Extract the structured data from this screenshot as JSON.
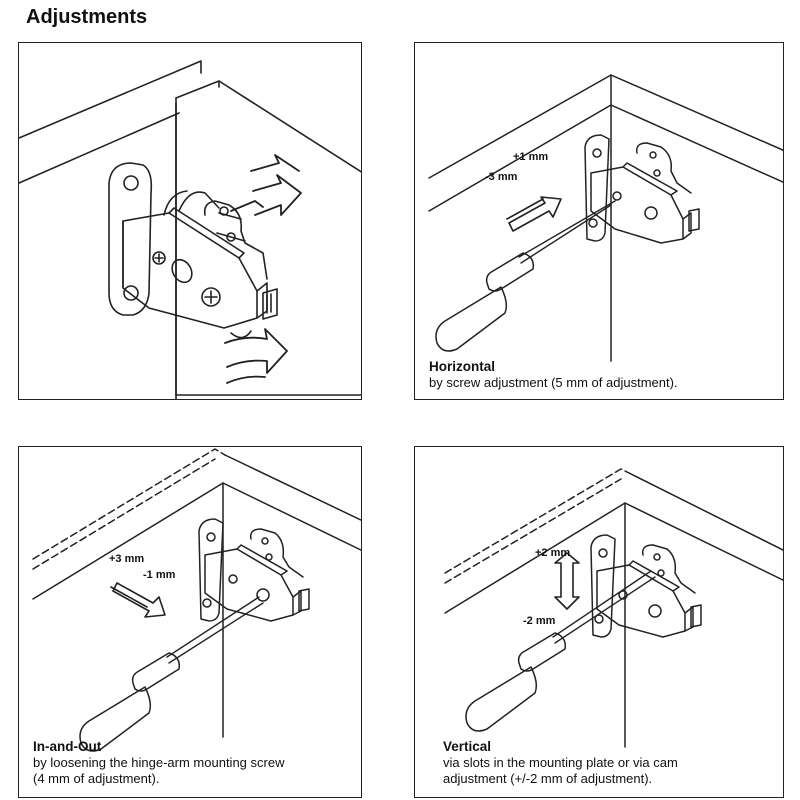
{
  "title": "Adjustments",
  "panels": {
    "horizontal": {
      "heading": "Horizontal",
      "description": "by screw adjustment (5 mm of adjustment).",
      "plus": "+1 mm",
      "minus": "-3 mm"
    },
    "in_out": {
      "heading": "In-and-Out",
      "description_line1": "by loosening the hinge-arm mounting screw",
      "description_line2": "(4 mm of adjustment).",
      "plus": "+3 mm",
      "minus": "-1 mm"
    },
    "vertical": {
      "heading": "Vertical",
      "description_line1": "via slots in the mounting plate or via cam",
      "description_line2": "adjustment (+/-2 mm of adjustment).",
      "plus": "+2 mm",
      "minus": "-2 mm"
    }
  }
}
